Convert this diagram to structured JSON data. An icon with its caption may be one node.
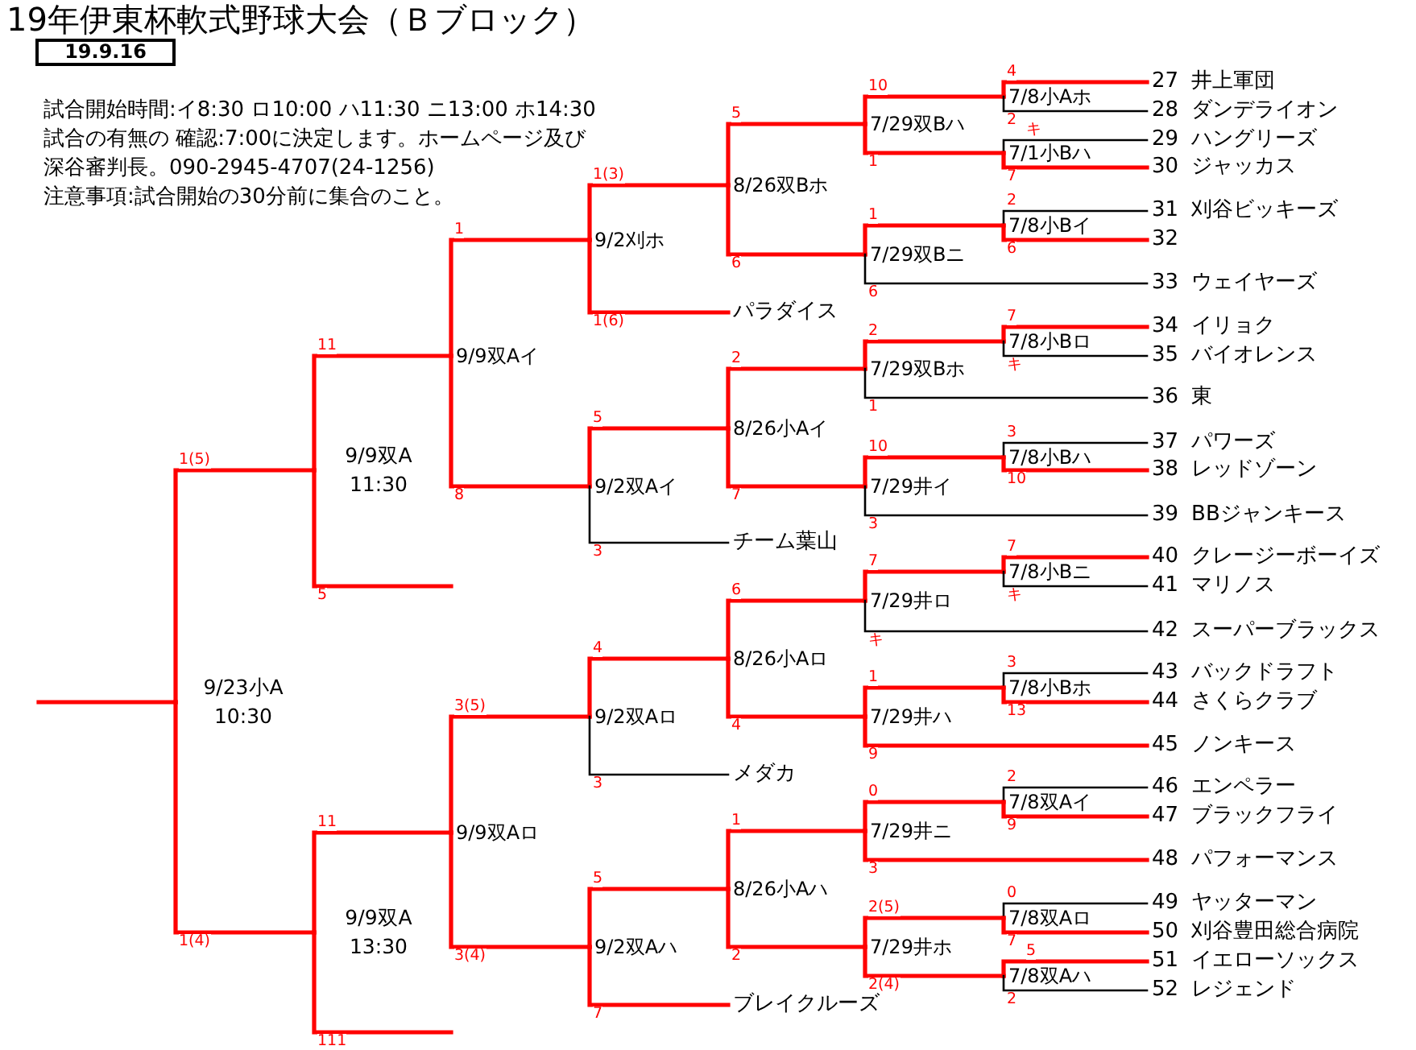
{
  "diagram": {
    "title": "19年伊東杯軟式野球大会（Ｂブロック）",
    "nodes": [
      {
        "text": [
          "19.9.16"
        ]
      },
      {
        "text": [
          "9/23小A",
          "10:30"
        ]
      },
      {
        "text": [
          "9/9双A",
          "11:30"
        ]
      },
      {
        "text": [
          "9/9双Aイ"
        ]
      },
      {
        "text": [
          "9/2刈ホ"
        ]
      },
      {
        "text": [
          "8/26双Bホ"
        ]
      },
      {
        "text": [
          "7/29双Bハ"
        ]
      },
      {
        "text": [
          "7/8小Aホ"
        ]
      },
      {
        "text": [
          "27",
          "井上軍団"
        ]
      },
      {
        "text": [
          "28",
          "ダンデライオン"
        ]
      },
      {
        "text": [
          "7/1小Bハ"
        ]
      },
      {
        "text": [
          "29",
          "ハングリーズ"
        ]
      },
      {
        "text": [
          "30",
          "ジャッカス"
        ]
      },
      {
        "text": [
          "7/29双Bニ"
        ]
      },
      {
        "text": [
          "7/8小Bイ"
        ]
      },
      {
        "text": [
          "31",
          "刈谷ビッキーズ"
        ]
      },
      {
        "text": [
          "32"
        ]
      },
      {
        "text": [
          "33",
          "ウェイヤーズ"
        ]
      },
      {
        "text": [
          "パラダイス"
        ]
      },
      {
        "text": [
          "9/2双Aイ"
        ]
      },
      {
        "text": [
          "8/26小Aイ"
        ]
      },
      {
        "text": [
          "7/29双Bホ"
        ]
      },
      {
        "text": [
          "7/8小Bロ"
        ]
      },
      {
        "text": [
          "34",
          "イリョク"
        ]
      },
      {
        "text": [
          "35",
          "バイオレンス"
        ]
      },
      {
        "text": [
          "36",
          "東"
        ]
      },
      {
        "text": [
          "7/29井イ"
        ]
      },
      {
        "text": [
          "7/8小Bハ"
        ]
      },
      {
        "text": [
          "37",
          "パワーズ"
        ]
      },
      {
        "text": [
          "38",
          "レッドゾーン"
        ]
      },
      {
        "text": [
          "39",
          "BBジャンキース"
        ]
      },
      {
        "text": [
          "チーム葉山"
        ]
      },
      {
        "text": [
          "9/9双A",
          "13:30"
        ]
      },
      {
        "text": [
          "9/9双Aロ"
        ]
      },
      {
        "text": [
          "9/2双Aロ"
        ]
      },
      {
        "text": [
          "8/26小Aロ"
        ]
      },
      {
        "text": [
          "7/29井ロ"
        ]
      },
      {
        "text": [
          "7/8小Bニ"
        ]
      },
      {
        "text": [
          "40",
          "クレージーボーイズ"
        ]
      },
      {
        "text": [
          "41",
          "マリノス"
        ]
      },
      {
        "text": [
          "42",
          "スーパーブラックス"
        ]
      },
      {
        "text": [
          "7/29井ハ"
        ]
      },
      {
        "text": [
          "7/8小Bホ"
        ]
      },
      {
        "text": [
          "43",
          "バックドラフト"
        ]
      },
      {
        "text": [
          "44",
          "さくらクラブ"
        ]
      },
      {
        "text": [
          "45",
          "ノンキース"
        ]
      },
      {
        "text": [
          "メダカ"
        ]
      },
      {
        "text": [
          "9/2双Aハ"
        ]
      },
      {
        "text": [
          "8/26小Aハ"
        ]
      },
      {
        "text": [
          "7/29井ニ"
        ]
      },
      {
        "text": [
          "7/8双Aイ"
        ]
      },
      {
        "text": [
          "46",
          "エンペラー"
        ]
      },
      {
        "text": [
          "47",
          "ブラックフライ"
        ]
      },
      {
        "text": [
          "48",
          "パフォーマンス"
        ]
      },
      {
        "text": [
          "7/29井ホ"
        ]
      },
      {
        "text": [
          "7/8双Aロ"
        ]
      },
      {
        "text": [
          "49",
          "ヤッターマン"
        ]
      },
      {
        "text": [
          "50",
          "刈谷豊田総合病院"
        ]
      },
      {
        "text": [
          "7/8双Aハ"
        ]
      },
      {
        "text": [
          "51",
          "イエローソックス"
        ]
      },
      {
        "text": [
          "52",
          "レジェンド"
        ]
      },
      {
        "text": [
          "ブレイクルーズ"
        ]
      }
    ],
    "edges": [
      {
        "from": 2,
        "to": 1,
        "arrow": "none",
        "label": "1(5)"
      },
      {
        "from": 3,
        "to": 2,
        "arrow": "none",
        "label": "11"
      },
      {
        "from": 4,
        "to": 3,
        "arrow": "none",
        "label": "1"
      },
      {
        "from": 5,
        "to": 4,
        "arrow": "none",
        "label": "1(3)"
      },
      {
        "from": 6,
        "to": 5,
        "arrow": "none",
        "label": "5"
      },
      {
        "from": 7,
        "to": 6,
        "arrow": "none",
        "label": "10"
      },
      {
        "from": 8,
        "to": 7,
        "arrow": "none",
        "label": "4"
      },
      {
        "from": 9,
        "to": 7,
        "arrow": "none",
        "label": "2",
        "color": "#000000"
      },
      {
        "from": 10,
        "to": 6,
        "arrow": "none",
        "label": "1"
      },
      {
        "from": 11,
        "to": 10,
        "arrow": "none",
        "label": "キ",
        "color": "#000000"
      },
      {
        "from": 12,
        "to": 10,
        "arrow": "none",
        "label": "7"
      },
      {
        "from": 13,
        "to": 5,
        "arrow": "none",
        "label": "6"
      },
      {
        "from": 14,
        "to": 13,
        "arrow": "none",
        "label": "1"
      },
      {
        "from": 15,
        "to": 14,
        "arrow": "none",
        "label": "2",
        "color": "#000000"
      },
      {
        "from": 16,
        "to": 14,
        "arrow": "none",
        "label": "6"
      },
      {
        "from": 17,
        "to": 13,
        "arrow": "none",
        "label": "6",
        "color": "#000000"
      },
      {
        "from": 18,
        "to": 4,
        "arrow": "none",
        "label": "1(6)"
      },
      {
        "from": 19,
        "to": 3,
        "arrow": "none",
        "label": "8"
      },
      {
        "from": 20,
        "to": 19,
        "arrow": "none",
        "label": "5"
      },
      {
        "from": 21,
        "to": 20,
        "arrow": "none",
        "label": "2"
      },
      {
        "from": 22,
        "to": 21,
        "arrow": "none",
        "label": "2"
      },
      {
        "from": 23,
        "to": 22,
        "arrow": "none",
        "label": "7"
      },
      {
        "from": 24,
        "to": 22,
        "arrow": "none",
        "label": "キ",
        "color": "#000000"
      },
      {
        "from": 25,
        "to": 21,
        "arrow": "none",
        "label": "1",
        "color": "#000000"
      },
      {
        "from": 26,
        "to": 20,
        "arrow": "none",
        "label": "7"
      },
      {
        "from": 27,
        "to": 26,
        "arrow": "none",
        "label": "10"
      },
      {
        "from": 28,
        "to": 27,
        "arrow": "none",
        "label": "3",
        "color": "#000000"
      },
      {
        "from": 29,
        "to": 27,
        "arrow": "none",
        "label": "10"
      },
      {
        "from": 30,
        "to": 26,
        "arrow": "none",
        "label": "3",
        "color": "#000000"
      },
      {
        "from": 31,
        "to": 19,
        "arrow": "none",
        "label": "3",
        "color": "#000000"
      },
      {
        "from": null,
        "to": 2,
        "arrow": "none",
        "label": "5"
      },
      {
        "from": 32,
        "to": 1,
        "arrow": "none",
        "label": "1(4)"
      },
      {
        "from": 33,
        "to": 32,
        "arrow": "none",
        "label": "11"
      },
      {
        "from": 34,
        "to": 33,
        "arrow": "none",
        "label": "3(5)"
      },
      {
        "from": 35,
        "to": 34,
        "arrow": "none",
        "label": "4"
      },
      {
        "from": 36,
        "to": 35,
        "arrow": "none",
        "label": "6"
      },
      {
        "from": 37,
        "to": 36,
        "arrow": "none",
        "label": "7"
      },
      {
        "from": 38,
        "to": 37,
        "arrow": "none",
        "label": "7"
      },
      {
        "from": 39,
        "to": 37,
        "arrow": "none",
        "label": "キ",
        "color": "#000000"
      },
      {
        "from": 40,
        "to": 36,
        "arrow": "none",
        "label": "キ",
        "color": "#000000"
      },
      {
        "from": 41,
        "to": 35,
        "arrow": "none",
        "label": "4"
      },
      {
        "from": 42,
        "to": 41,
        "arrow": "none",
        "label": "1"
      },
      {
        "from": 43,
        "to": 42,
        "arrow": "none",
        "label": "3",
        "color": "#000000"
      },
      {
        "from": 44,
        "to": 42,
        "arrow": "none",
        "label": "13"
      },
      {
        "from": 45,
        "to": 41,
        "arrow": "none",
        "label": "9"
      },
      {
        "from": 46,
        "to": 34,
        "arrow": "none",
        "label": "3",
        "color": "#000000"
      },
      {
        "from": 47,
        "to": 33,
        "arrow": "none",
        "label": "3(4)"
      },
      {
        "from": 48,
        "to": 47,
        "arrow": "none",
        "label": "5"
      },
      {
        "from": 49,
        "to": 48,
        "arrow": "none",
        "label": "1"
      },
      {
        "from": 50,
        "to": 49,
        "arrow": "none",
        "label": "0"
      },
      {
        "from": 51,
        "to": 50,
        "arrow": "none",
        "label": "2",
        "color": "#000000"
      },
      {
        "from": 52,
        "to": 50,
        "arrow": "none",
        "label": "9"
      },
      {
        "from": 53,
        "to": 49,
        "arrow": "none",
        "label": "3"
      },
      {
        "from": 54,
        "to": 48,
        "arrow": "none",
        "label": "2"
      },
      {
        "from": 55,
        "to": 54,
        "arrow": "none",
        "label": "2(5)"
      },
      {
        "from": 56,
        "to": 55,
        "arrow": "none",
        "label": "0",
        "color": "#000000"
      },
      {
        "from": 57,
        "to": 55,
        "arrow": "none",
        "label": "7"
      },
      {
        "from": 58,
        "to": 54,
        "arrow": "none",
        "label": "2(4)"
      },
      {
        "from": 59,
        "to": 58,
        "arrow": "none",
        "label": "5"
      },
      {
        "from": 60,
        "to": 58,
        "arrow": "none",
        "label": "2",
        "color": "#000000"
      },
      {
        "from": 61,
        "to": 47,
        "arrow": "none",
        "label": "7"
      },
      {
        "from": null,
        "to": 32,
        "arrow": "none",
        "label": "111"
      },
      {
        "from": 1,
        "to": null,
        "arrow": "none"
      }
    ],
    "labels": [
      "試合開始時間:イ8:30 ロ10:00 ハ11:30 ニ13:00 ホ14:30",
      "試合の有無の 確認:7:00に決定します。ホームページ及び",
      "深谷審判長。090-2945-4707(24-1256)",
      "注意事項:試合開始の30分前に集合のこと。"
    ]
  }
}
